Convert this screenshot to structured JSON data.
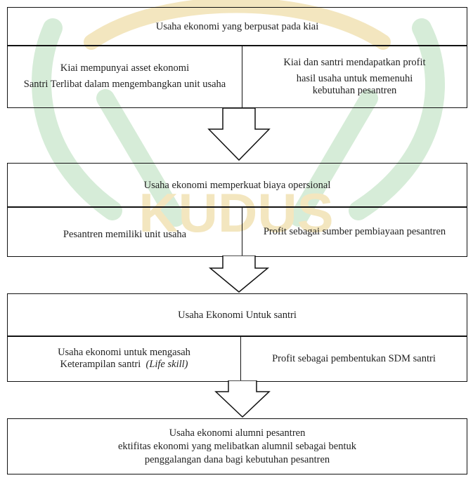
{
  "watermark": {
    "text": "KUDUS",
    "colors": {
      "green": "#c6e3c9",
      "gold": "#f0dfae"
    }
  },
  "section1": {
    "title": "Usaha ekonomi yang berpusat pada kiai",
    "left": [
      "Kiai mempunyai asset ekonomi",
      "Santri Terlibat dalam mengembangkan unit usaha"
    ],
    "right": [
      "Kiai dan santri mendapatkan profit",
      "hasil usaha untuk memenuhi kebutuhan pesantren"
    ]
  },
  "section2": {
    "title": "Usaha ekonomi memperkuat biaya opersional",
    "left": "Pesantren memiliki unit usaha",
    "right": "Profit sebagai sumber pembiayaan pesantren"
  },
  "section3": {
    "title": "Usaha Ekonomi Untuk santri",
    "left_line1": "Usaha ekonomi untuk mengasah",
    "left_line2": "Keterampilan santri",
    "left_life_skill": "(Life skill)",
    "right": "Profit sebagai pembentukan SDM santri"
  },
  "section4": {
    "title": "Usaha ekonomi alumni pesantren",
    "body": "ektifitas ekonomi yang melibatkan alumnil sebagai bentuk penggalangan dana bagi kebutuhan pesantren"
  }
}
